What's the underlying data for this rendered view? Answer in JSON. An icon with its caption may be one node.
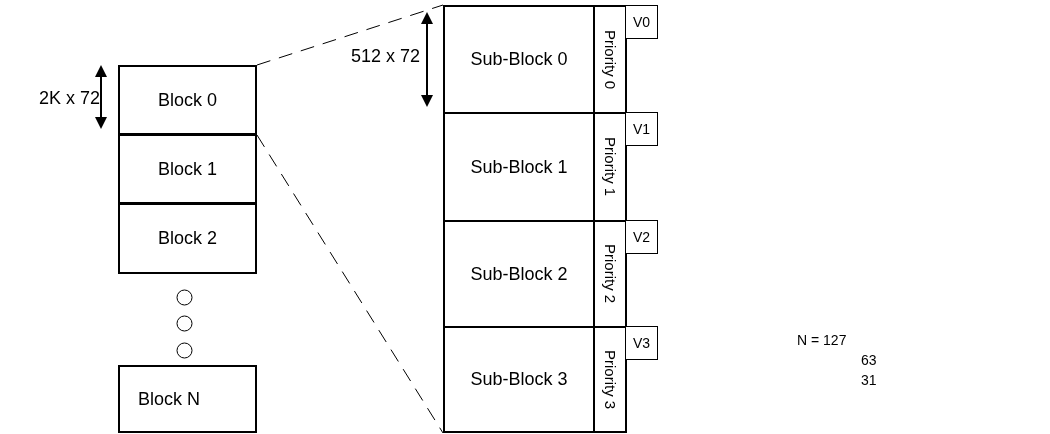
{
  "diagram": {
    "nodes": [
      {
        "text": [
          "Block 0"
        ]
      },
      {
        "text": [
          "Block 1"
        ]
      },
      {
        "text": [
          "Block 2"
        ]
      },
      {
        "text": [],
        "shape": "circle"
      },
      {
        "text": [],
        "shape": "circle"
      },
      {
        "text": [],
        "shape": "circle"
      },
      {
        "text": [
          "Block N"
        ]
      },
      {
        "text": [
          "Sub-Block 0"
        ]
      },
      {
        "text": [
          "Priority 0"
        ]
      },
      {
        "text": [
          "V0"
        ]
      },
      {
        "text": [
          "Sub-Block 1"
        ]
      },
      {
        "text": [
          "Priority 1"
        ]
      },
      {
        "text": [
          "V1"
        ]
      },
      {
        "text": [
          "Sub-Block 2"
        ]
      },
      {
        "text": [
          "Priority 2"
        ]
      },
      {
        "text": [
          "V2"
        ]
      },
      {
        "text": [
          "Sub-Block 3"
        ]
      },
      {
        "text": [
          "Priority 3"
        ]
      },
      {
        "text": [
          "V3"
        ]
      }
    ],
    "edges": [
      {
        "from": 0,
        "to": 7,
        "arrow": "none",
        "style": "dashed"
      },
      {
        "from": 0,
        "to": 16,
        "arrow": "none",
        "style": "dashed"
      }
    ],
    "labels": [
      "2K x 72",
      "512 x 72",
      "N = 127",
      "63",
      "31"
    ]
  }
}
